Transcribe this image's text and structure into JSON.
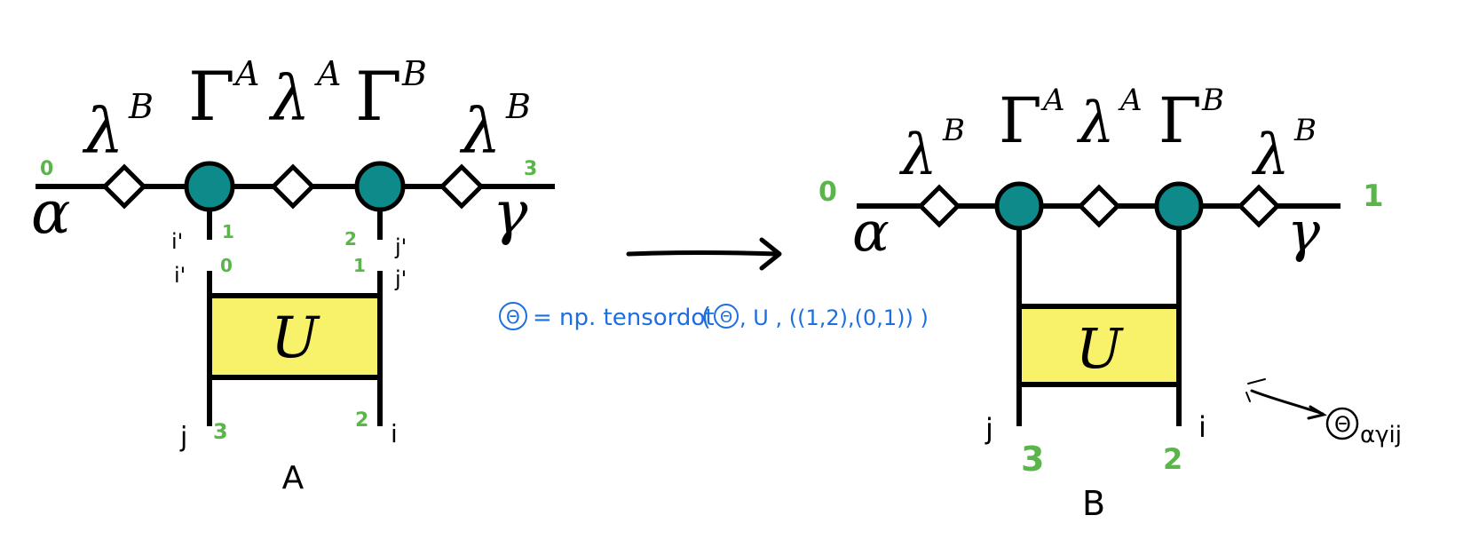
{
  "colors": {
    "node_fill": "#0e8a8a",
    "gate_fill": "#f8f16a",
    "index_green": "#5ab54a",
    "note_blue": "#1d6fe0",
    "line": "#000000"
  },
  "diagram_a": {
    "caption": "A",
    "labels": {
      "lambda_left": "λ",
      "lambda_left_sup": "B",
      "gamma_a": "Γ",
      "gamma_a_sup": "A",
      "lambda_mid": "λ",
      "lambda_mid_sup": "A",
      "gamma_b": "Γ",
      "gamma_b_sup": "B",
      "lambda_right": "λ",
      "lambda_right_sup": "B",
      "alpha": "α",
      "gamma_leg": "γ",
      "gate": "U"
    },
    "indices_green": {
      "left": "0",
      "right": "3",
      "top_left": "1",
      "top_right": "2",
      "mid_left": "0",
      "mid_right": "1",
      "bottom_left": "3",
      "bottom_right": "2"
    },
    "indices_black": {
      "i_top": "i'",
      "i_mid": "i'",
      "j_top": "j'",
      "j_mid": "j'",
      "j_bottom": "j",
      "i_bottom": "i"
    }
  },
  "formula": {
    "theta": "Θ",
    "text_eq": "= np. tensordot",
    "text_args": "(",
    "text_rest": ", U , ((1,2),(0,1)) )"
  },
  "arrow": {
    "name": "arrow"
  },
  "diagram_b": {
    "caption": "B",
    "labels": {
      "lambda_left": "λ",
      "lambda_left_sup": "B",
      "gamma_a": "Γ",
      "gamma_a_sup": "A",
      "lambda_mid": "λ",
      "lambda_mid_sup": "A",
      "gamma_b": "Γ",
      "gamma_b_sup": "B",
      "lambda_right": "λ",
      "lambda_right_sup": "B",
      "alpha": "α",
      "gamma_leg": "γ",
      "gate": "U"
    },
    "indices_green": {
      "left": "0",
      "right": "1",
      "bottom_left": "3",
      "bottom_right": "2"
    },
    "indices_black": {
      "j_bottom": "j",
      "i_bottom": "i"
    },
    "annotation_theta": "Θ",
    "annotation_sub": "αγij"
  }
}
